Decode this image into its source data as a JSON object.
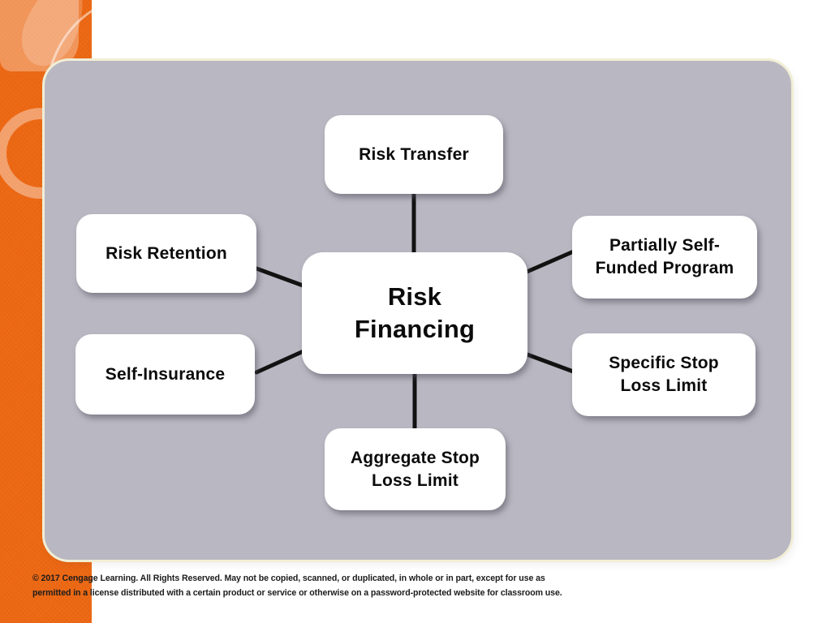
{
  "colors": {
    "accent_orange": "#ef6a15",
    "panel_gray": "#b9b7c1",
    "edge_black": "#121212",
    "node_white": "#ffffff"
  },
  "diagram": {
    "nodes": {
      "center": {
        "label": "Risk\nFinancing"
      },
      "top": {
        "label": "Risk Transfer"
      },
      "left_upper": {
        "label": "Risk Retention"
      },
      "left_lower": {
        "label": "Self-Insurance"
      },
      "right_upper": {
        "label": "Partially Self-\nFunded Program"
      },
      "right_lower": {
        "label": "Specific Stop\nLoss Limit"
      },
      "bottom": {
        "label": "Aggregate Stop\nLoss Limit"
      }
    }
  },
  "footer": {
    "line1": "© 2017 Cengage Learning. All Rights Reserved. May not be copied, scanned, or duplicated, in whole or in part, except for use as",
    "line2": "permitted in a license distributed with a certain product or service or otherwise on a password-protected website for classroom use."
  }
}
